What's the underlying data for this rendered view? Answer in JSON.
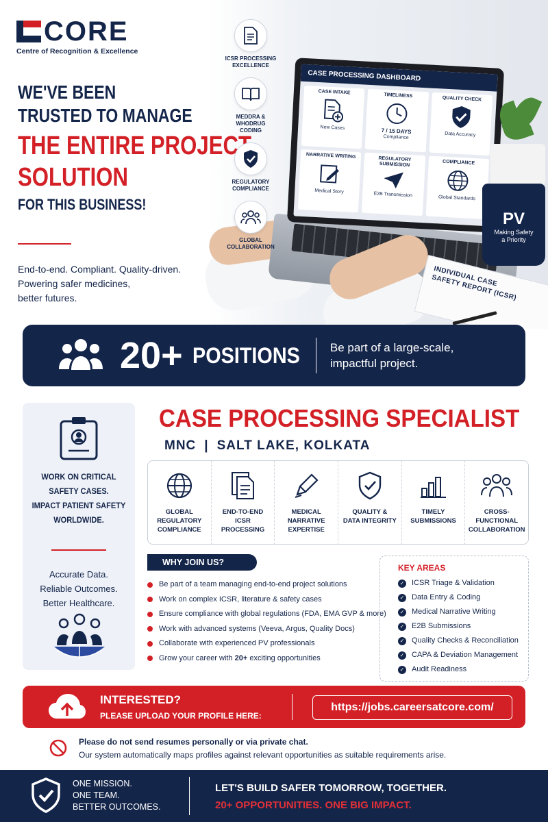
{
  "brand": {
    "logo_text": "CORE",
    "logo_subtitle": "Centre of Recognition & Excellence",
    "colors": {
      "navy": "#14254a",
      "red": "#d32027"
    }
  },
  "hero": {
    "headline": {
      "line1": "WE'VE BEEN",
      "line2": "TRUSTED TO MANAGE",
      "line3": "THE ENTIRE PROJECT",
      "line4": "SOLUTION",
      "line5": "FOR THIS BUSINESS!"
    },
    "tagline": {
      "line1": "End-to-end. Compliant. Quality-driven.",
      "line2": "Powering safer medicines,",
      "line3": "better futures."
    },
    "features": [
      {
        "icon": "document-icon",
        "label_1": "ICSR PROCESSING",
        "label_2": "EXCELLENCE"
      },
      {
        "icon": "book-icon",
        "label_1": "MEDDRA &",
        "label_2": "WHODRUG",
        "label_3": "CODING"
      },
      {
        "icon": "shield-check-icon",
        "label_1": "REGULATORY",
        "label_2": "COMPLIANCE"
      },
      {
        "icon": "people-icon",
        "label_1": "GLOBAL",
        "label_2": "COLLABORATION"
      }
    ],
    "dashboard": {
      "title": "CASE PROCESSING DASHBOARD",
      "tiles": [
        {
          "heading": "CASE INTAKE",
          "caption": "New Cases",
          "icon": "document-plus-icon"
        },
        {
          "heading": "TIMELINESS",
          "value": "7 / 15 DAYS",
          "caption": "Compliance",
          "icon": "clock-icon"
        },
        {
          "heading": "QUALITY CHECK",
          "caption": "Data Accuracy",
          "icon": "shield-check-icon"
        },
        {
          "heading": "NARRATIVE WRITING",
          "caption": "Medical Story",
          "icon": "pen-icon"
        },
        {
          "heading_1": "REGULATORY",
          "heading_2": "SUBMISSION",
          "caption": "E2B Transmission",
          "icon": "paper-plane-icon"
        },
        {
          "heading": "COMPLIANCE",
          "caption": "Global Standards",
          "icon": "globe-icon"
        }
      ]
    },
    "mug": {
      "title": "PV",
      "sub_1": "Making Safety",
      "sub_2": "a Priority"
    },
    "report": {
      "line1": "INDIVIDUAL CASE",
      "line2": "SAFETY REPORT (ICSR)"
    }
  },
  "positions": {
    "count": "20+",
    "word": "POSITIONS",
    "text_1": "Be part of a large-scale,",
    "text_2": "impactful project."
  },
  "left_panel": {
    "line1": "WORK ON CRITICAL",
    "line2": "SAFETY CASES.",
    "line3": "IMPACT PATIENT SAFETY",
    "line4": "WORLDWIDE.",
    "line5": "Accurate Data.",
    "line6": "Reliable Outcomes.",
    "line7": "Better Healthcare."
  },
  "job": {
    "title": "CASE PROCESSING SPECIALIST",
    "company": "MNC",
    "separator": "|",
    "location": "SALT LAKE, KOLKATA"
  },
  "skills": [
    {
      "icon": "globe-icon",
      "l1": "GLOBAL",
      "l2": "REGULATORY",
      "l3": "COMPLIANCE"
    },
    {
      "icon": "documents-icon",
      "l1": "END-TO-END",
      "l2": "ICSR",
      "l3": "PROCESSING"
    },
    {
      "icon": "pen-icon",
      "l1": "MEDICAL",
      "l2": "NARRATIVE",
      "l3": "EXPERTISE"
    },
    {
      "icon": "shield-check-icon",
      "l1": "QUALITY &",
      "l2": "DATA INTEGRITY",
      "l3": ""
    },
    {
      "icon": "bar-chart-icon",
      "l1": "TIMELY",
      "l2": "SUBMISSIONS",
      "l3": ""
    },
    {
      "icon": "team-icon",
      "l1": "CROSS-FUNCTIONAL",
      "l2": "COLLABORATION",
      "l3": ""
    }
  ],
  "why_join": {
    "title": "WHY JOIN US?",
    "items": [
      "Be part of a team managing end-to-end project solutions",
      "Work on complex ICSR, literature & safety cases",
      "Ensure compliance with global regulations (FDA, EMA GVP & more)",
      "Work with advanced systems (Veeva, Argus, Quality Docs)",
      "Collaborate with experienced PV professionals"
    ],
    "last_pre": "Grow your career with ",
    "last_bold": "20+",
    "last_post": " exciting opportunities"
  },
  "key_areas": {
    "title": "KEY AREAS",
    "items": [
      "ICSR Triage & Validation",
      "Data Entry & Coding",
      "Medical Narrative Writing",
      "E2B Submissions",
      "Quality Checks & Reconciliation",
      "CAPA & Deviation Management",
      "Audit Readiness"
    ]
  },
  "cta": {
    "title": "INTERESTED?",
    "subtitle": "PLEASE UPLOAD YOUR PROFILE HERE:",
    "url": "https://jobs.careersatcore.com/"
  },
  "notice": {
    "line1": "Please do not send resumes personally or via private chat.",
    "line2": "Our system automatically maps profiles against relevant opportunities as suitable requirements arise."
  },
  "footer": {
    "left_1": "ONE MISSION.",
    "left_2": "ONE TEAM.",
    "left_3": "BETTER OUTCOMES.",
    "right_1": "LET'S BUILD SAFER TOMORROW, TOGETHER.",
    "right_2": "20+ OPPORTUNITIES. ONE BIG IMPACT."
  }
}
